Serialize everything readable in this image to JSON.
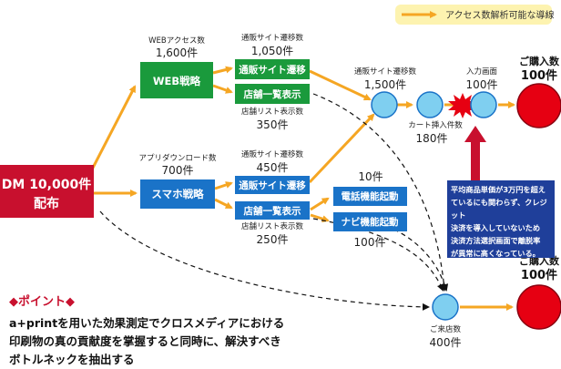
{
  "legend": {
    "text": "アクセス数解析可能な導線"
  },
  "source": {
    "line1": "DM 10,000件",
    "line2": "配布"
  },
  "web": {
    "label": "WEB戦略",
    "caption": "WEBアクセス数",
    "count": "1,600件",
    "ec": {
      "label": "通販サイト遷移",
      "caption": "通販サイト遷移数",
      "count": "1,050件"
    },
    "store": {
      "label": "店舗一覧表示",
      "caption": "店舗リスト表示数",
      "count": "350件"
    }
  },
  "app": {
    "label": "スマホ戦略",
    "caption": "アプリダウンロード数",
    "count": "700件",
    "ec": {
      "label": "通販サイト遷移",
      "caption": "通販サイト遷移数",
      "count": "450件"
    },
    "store": {
      "label": "店舗一覧表示",
      "caption": "店舗リスト表示数",
      "count": "250件"
    },
    "phone": {
      "label": "電話機能起動",
      "count": "10件"
    },
    "navi": {
      "label": "ナビ機能起動",
      "count": "100件"
    }
  },
  "funnel": {
    "ec_total": {
      "caption": "通販サイト遷移数",
      "count": "1,500件"
    },
    "cart": {
      "caption": "カート挿入件数",
      "count": "180件"
    },
    "input": {
      "caption": "入力画面",
      "count": "100件"
    },
    "purchase_online": {
      "caption": "ご購入数",
      "count": "100件"
    },
    "visit": {
      "caption": "ご来店数",
      "count": "400件"
    },
    "purchase_store": {
      "caption": "ご購入数",
      "count": "100件"
    }
  },
  "note": {
    "lines": [
      "平均商品単価が3万円を超え",
      "ているにも関わらず、クレジット",
      "決済を導入していないため",
      "決済方法選択画面で離脱率",
      "が異常に高くなっている。"
    ]
  },
  "point": {
    "title": "◆ポイント◆",
    "lines": [
      "a+printを用いた効果測定でクロスメディアにおける",
      "印刷物の真の貢献度を掌握すると同時に、解決すべき",
      "ボトルネックを抽出する"
    ]
  },
  "colors": {
    "arrow": "#f5a623",
    "red": "#e60012",
    "green": "#1a9a3c",
    "blue": "#1a73c8",
    "source": "#c8102e",
    "node": "#7fcff0",
    "note": "#1f3f9a",
    "legend_bg": "#fdf3b0"
  }
}
